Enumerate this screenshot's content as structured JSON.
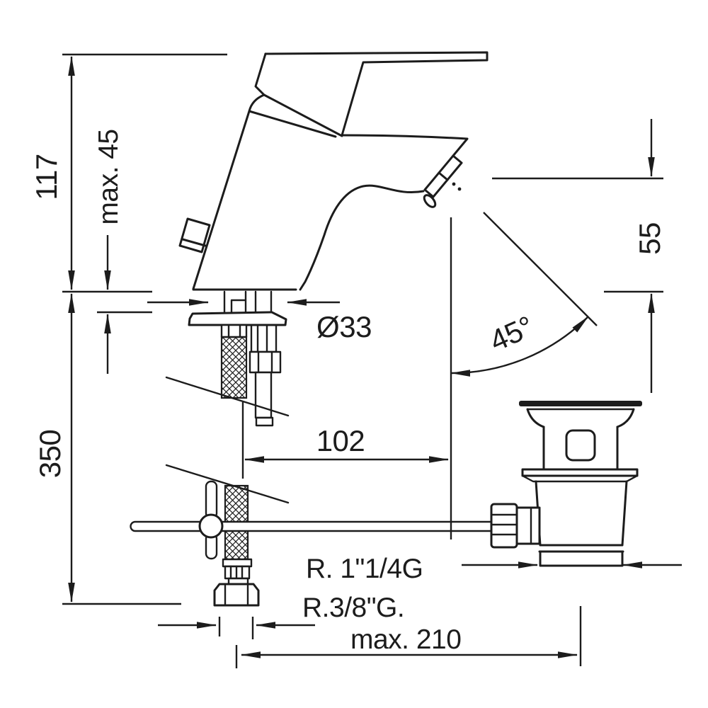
{
  "drawing": {
    "background": "#ffffff",
    "line_color": "#1c1c1c",
    "subject": "Dimensioned side-view drawing of a single-lever basin mixer tap with flexible supply hose and pop-up waste",
    "dimensions": {
      "height_above_deck": "117",
      "deck_thickness": "max. 45",
      "length_below_deck": "350",
      "spout_outlet_height": "55",
      "body_diameter": "Ø33",
      "spout_reach": "102",
      "outlet_angle": "45°",
      "waste_thread": "R. 1\"1/4G",
      "supply_hose_thread": "R.3/8\"G.",
      "supply_hose_length": "max. 210"
    }
  }
}
